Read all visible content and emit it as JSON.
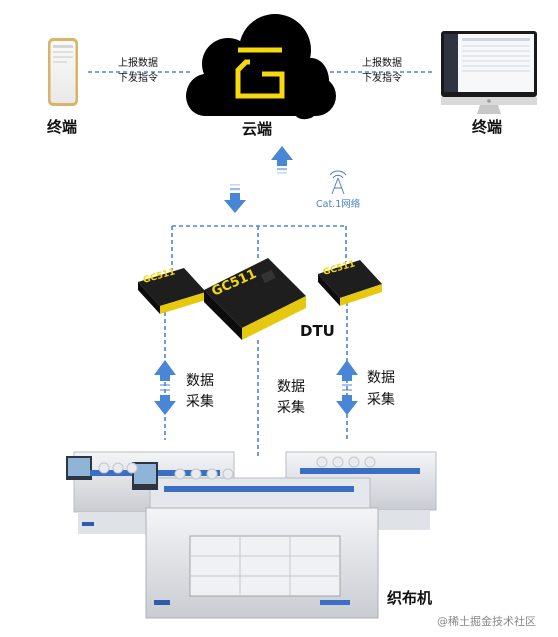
{
  "cloud": {
    "label": "云端",
    "logo": "G"
  },
  "terminal_left": {
    "label": "终端",
    "link_up": "上报数据",
    "link_down": "下发指令"
  },
  "terminal_right": {
    "label": "终端",
    "link_up": "上报数据",
    "link_down": "下发指令"
  },
  "network": {
    "label": "Cat.1网络"
  },
  "dtu": {
    "label": "DTU",
    "device_text": "GC511"
  },
  "collection": {
    "left": {
      "line1": "数据",
      "line2": "采集"
    },
    "center": {
      "line1": "数据",
      "line2": "采集"
    },
    "right": {
      "line1": "数据",
      "line2": "采集"
    }
  },
  "machine": {
    "label": "织布机"
  },
  "watermark": "@稀土掘金技术社区",
  "colors": {
    "arrow": "#4a86d8",
    "dash": "#4a86d8",
    "logo": "#f5d90a",
    "cloud": "#000000",
    "device": "#222222"
  }
}
